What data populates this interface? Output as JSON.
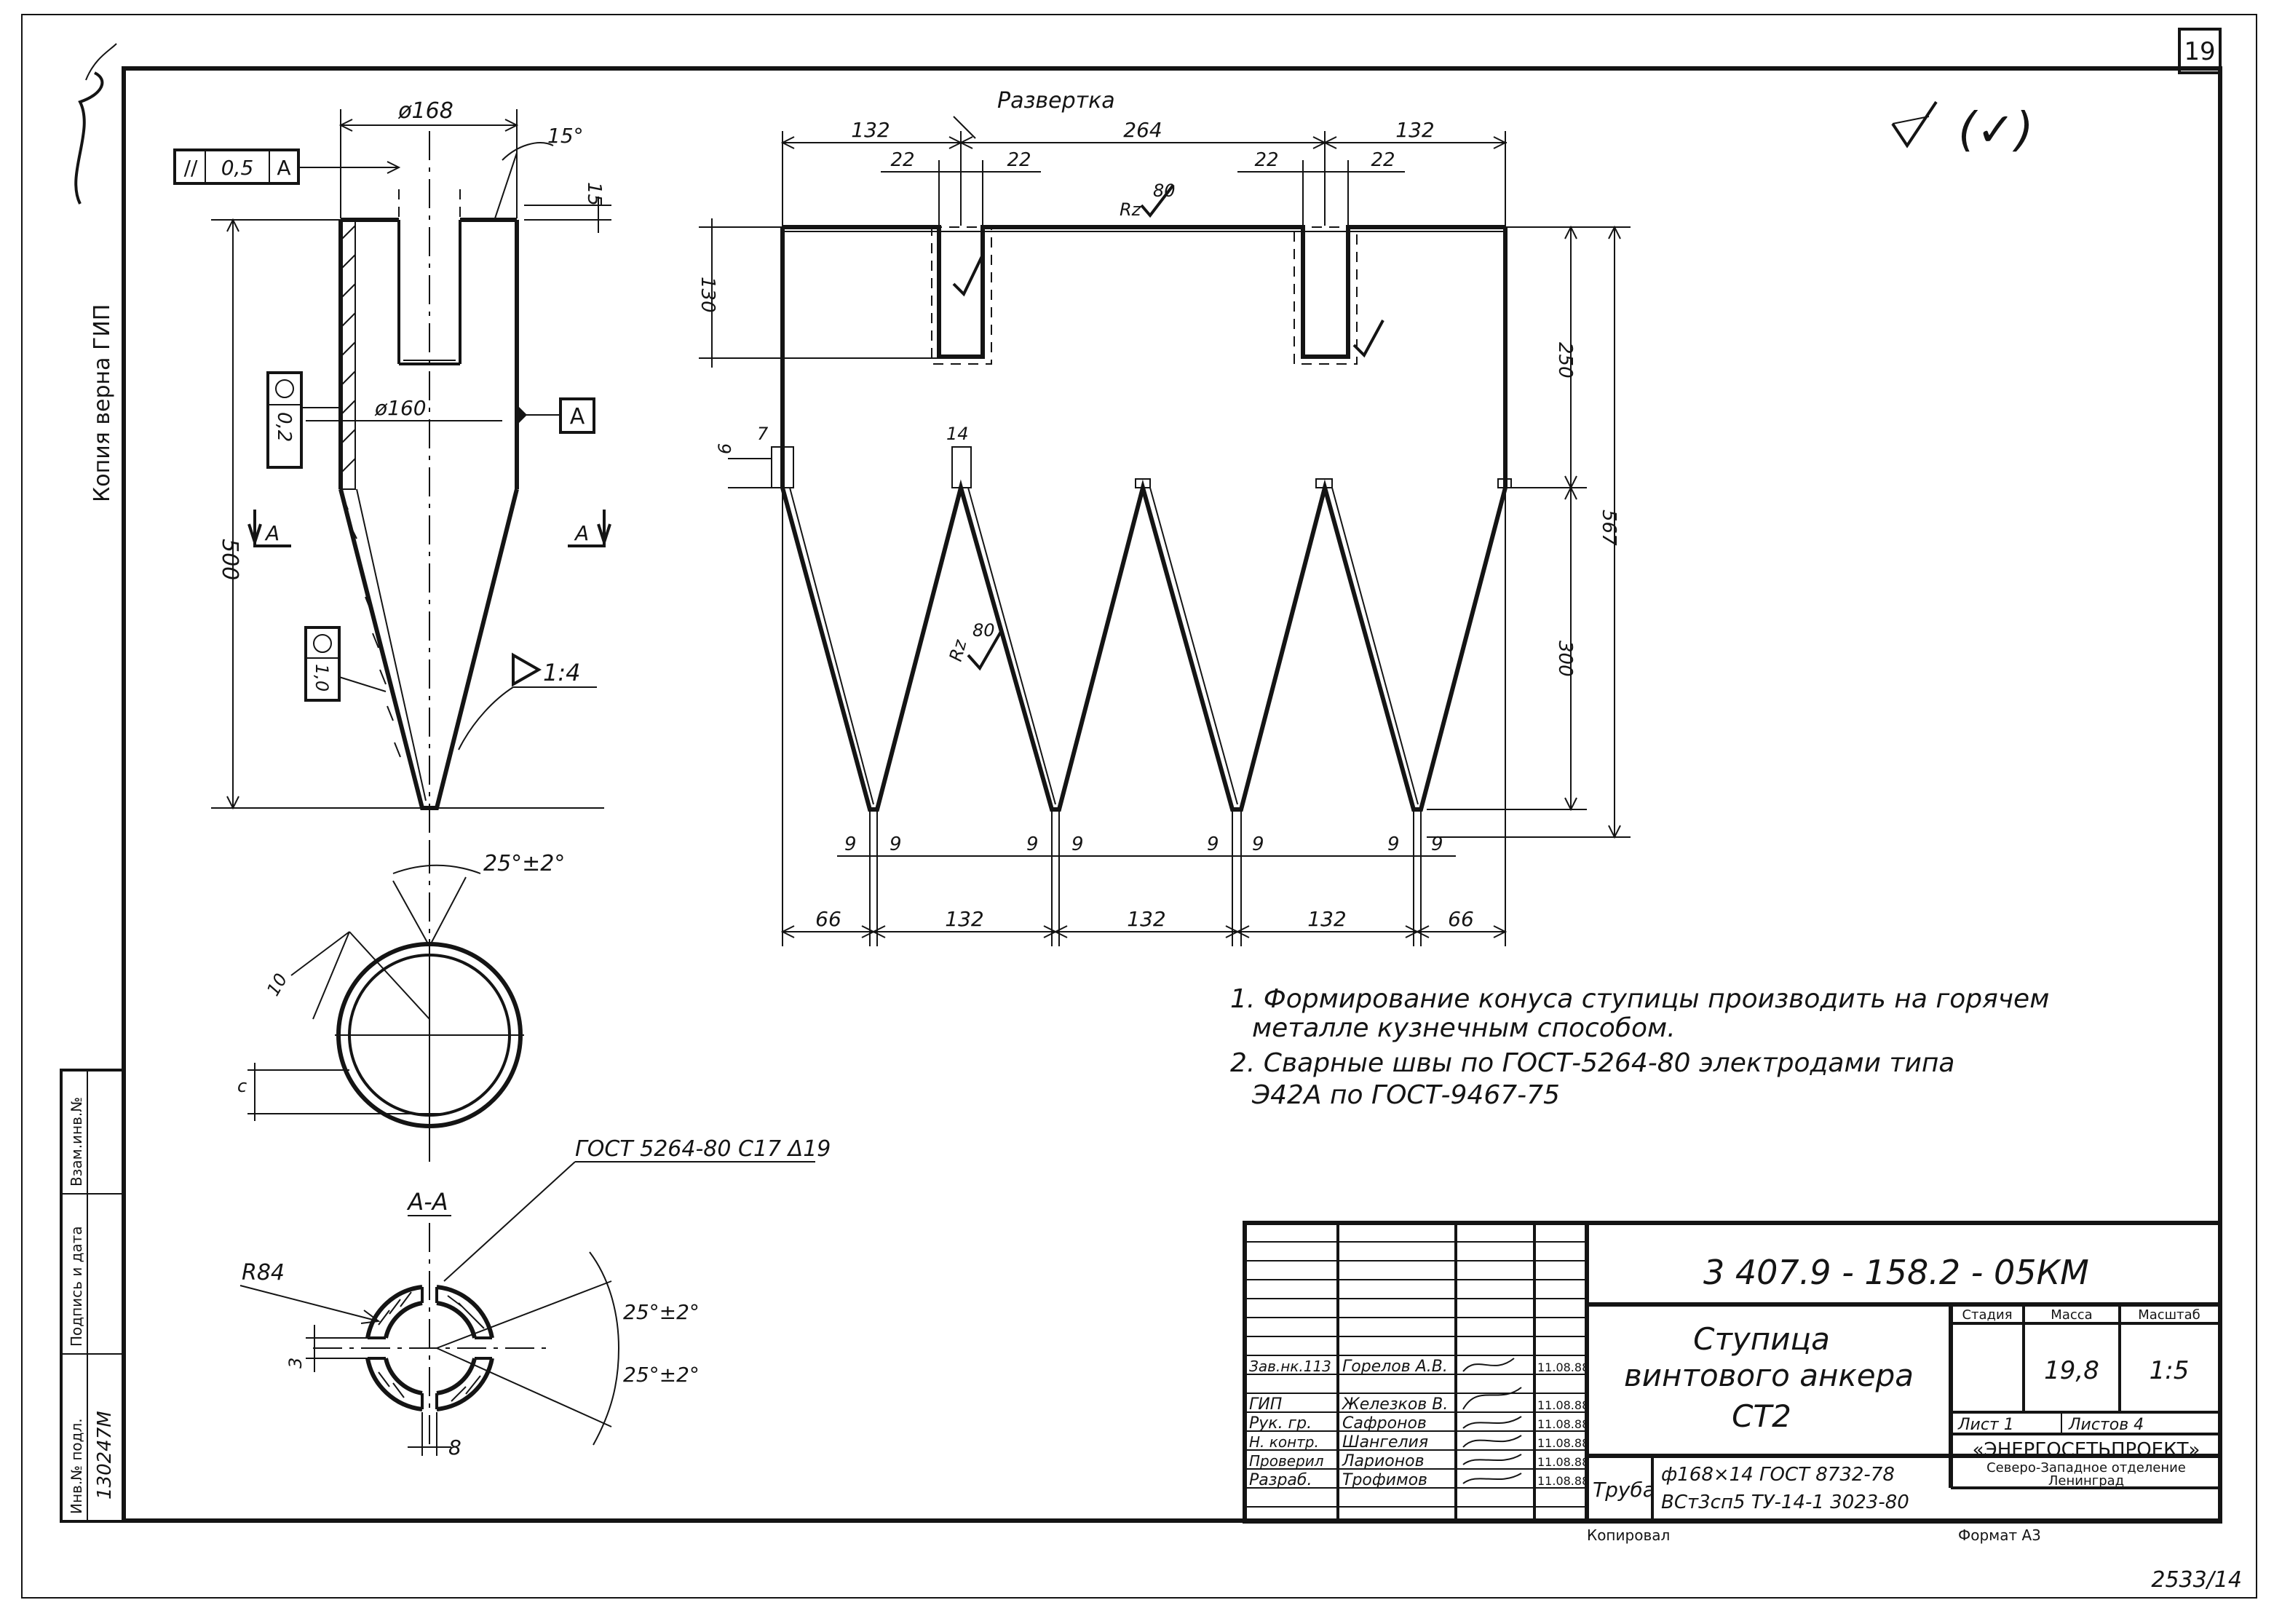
{
  "sheet": {
    "page_number": "19",
    "bottom_code": "2533/14",
    "inspection_mark": "(✓)"
  },
  "side_stamp": {
    "copy_text": "Копия верна  ГИП",
    "inv_no_label": "Инв.№ подл.",
    "inv_no_value": "130247М",
    "sign_date_label": "Подпись и дата",
    "swap_inv_label": "Взам.инв.№"
  },
  "side_view": {
    "dim_outer_diameter": "ø168",
    "dim_inner_diameter": "ø160",
    "dim_angle": "15°",
    "dim_slot_depth": "15",
    "dim_height": "500",
    "taper": "1:4",
    "tol_parallel_value": "0,5",
    "tol_parallel_datum": "A",
    "tol_round_value": "0,2",
    "tol_round2_value": "1,0",
    "datum_tag": "A",
    "section_left": "A",
    "section_right": "A"
  },
  "top_view": {
    "angle": "25°±2°",
    "dim_small": "10",
    "dim_c": "с"
  },
  "section_view": {
    "title": "A-A",
    "weld_note": "ГОСТ 5264-80  С17 Δ19",
    "radius": "R84",
    "angle_top": "25°±2°",
    "angle_bottom": "25°±2°",
    "dim_gap": "3",
    "dim_b": "8"
  },
  "development": {
    "title": "Развертка",
    "top_dims": [
      "132",
      "264",
      "132"
    ],
    "top_sub_dims": [
      "22",
      "22",
      "22",
      "22"
    ],
    "slot_depth": "130",
    "right_dims": [
      "250",
      "567",
      "300"
    ],
    "roughness": "80",
    "roughness_prefix": "Rz",
    "tip_small_dims": [
      "7",
      "6",
      "14"
    ],
    "bottom_tip_dims": [
      "9",
      "9",
      "9",
      "9",
      "9",
      "9",
      "9",
      "9",
      "9",
      "9"
    ],
    "bottom_dims": [
      "66",
      "132",
      "132",
      "132",
      "66"
    ]
  },
  "notes": {
    "items": [
      "1. Формирование конуса ступицы производить на горячем",
      "металле кузнечным способом.",
      "2. Сварные швы по ГОСТ-5264-80 электродами типа",
      "Э42А по ГОСТ-9467-75"
    ]
  },
  "title_block": {
    "doc_code": "3 407.9 - 158.2 - 05КМ",
    "name_line1": "Ступица",
    "name_line2": "винтового анкера",
    "name_line3": "СТ2",
    "material_label": "Труба",
    "material_line1": "ф168×14  ГОСТ 8732-78",
    "material_line2": "ВСт3сп5 ТУ-14-1 3023-80",
    "stage_label": "Стадия",
    "mass_label": "Масса",
    "scale_label": "Масштаб",
    "mass_value": "19,8",
    "scale_value": "1:5",
    "sheet_label": "Лист 1",
    "sheets_label": "Листов 4",
    "org_name": "«ЭНЕРГОСЕТЬПРОЕКТ»",
    "org_line2": "Северо-Западное отделение",
    "org_line3": "Ленинград",
    "copied_label": "Копировал",
    "format_label": "Формат А3",
    "signers": [
      {
        "role": "Зав.нк.113",
        "name": "Горелов А.В.",
        "date": "11.08.88"
      },
      {
        "role": "ГИП",
        "name": "Железков В.",
        "date": "11.08.88"
      },
      {
        "role": "Рук. гр.",
        "name": "Сафронов",
        "date": "11.08.88"
      },
      {
        "role": "Н. контр.",
        "name": "Шангелия",
        "date": "11.08.88"
      },
      {
        "role": "Проверил",
        "name": "Ларионов",
        "date": "11.08.88"
      },
      {
        "role": "Разраб.",
        "name": "Трофимов",
        "date": "11.08.88"
      }
    ]
  }
}
